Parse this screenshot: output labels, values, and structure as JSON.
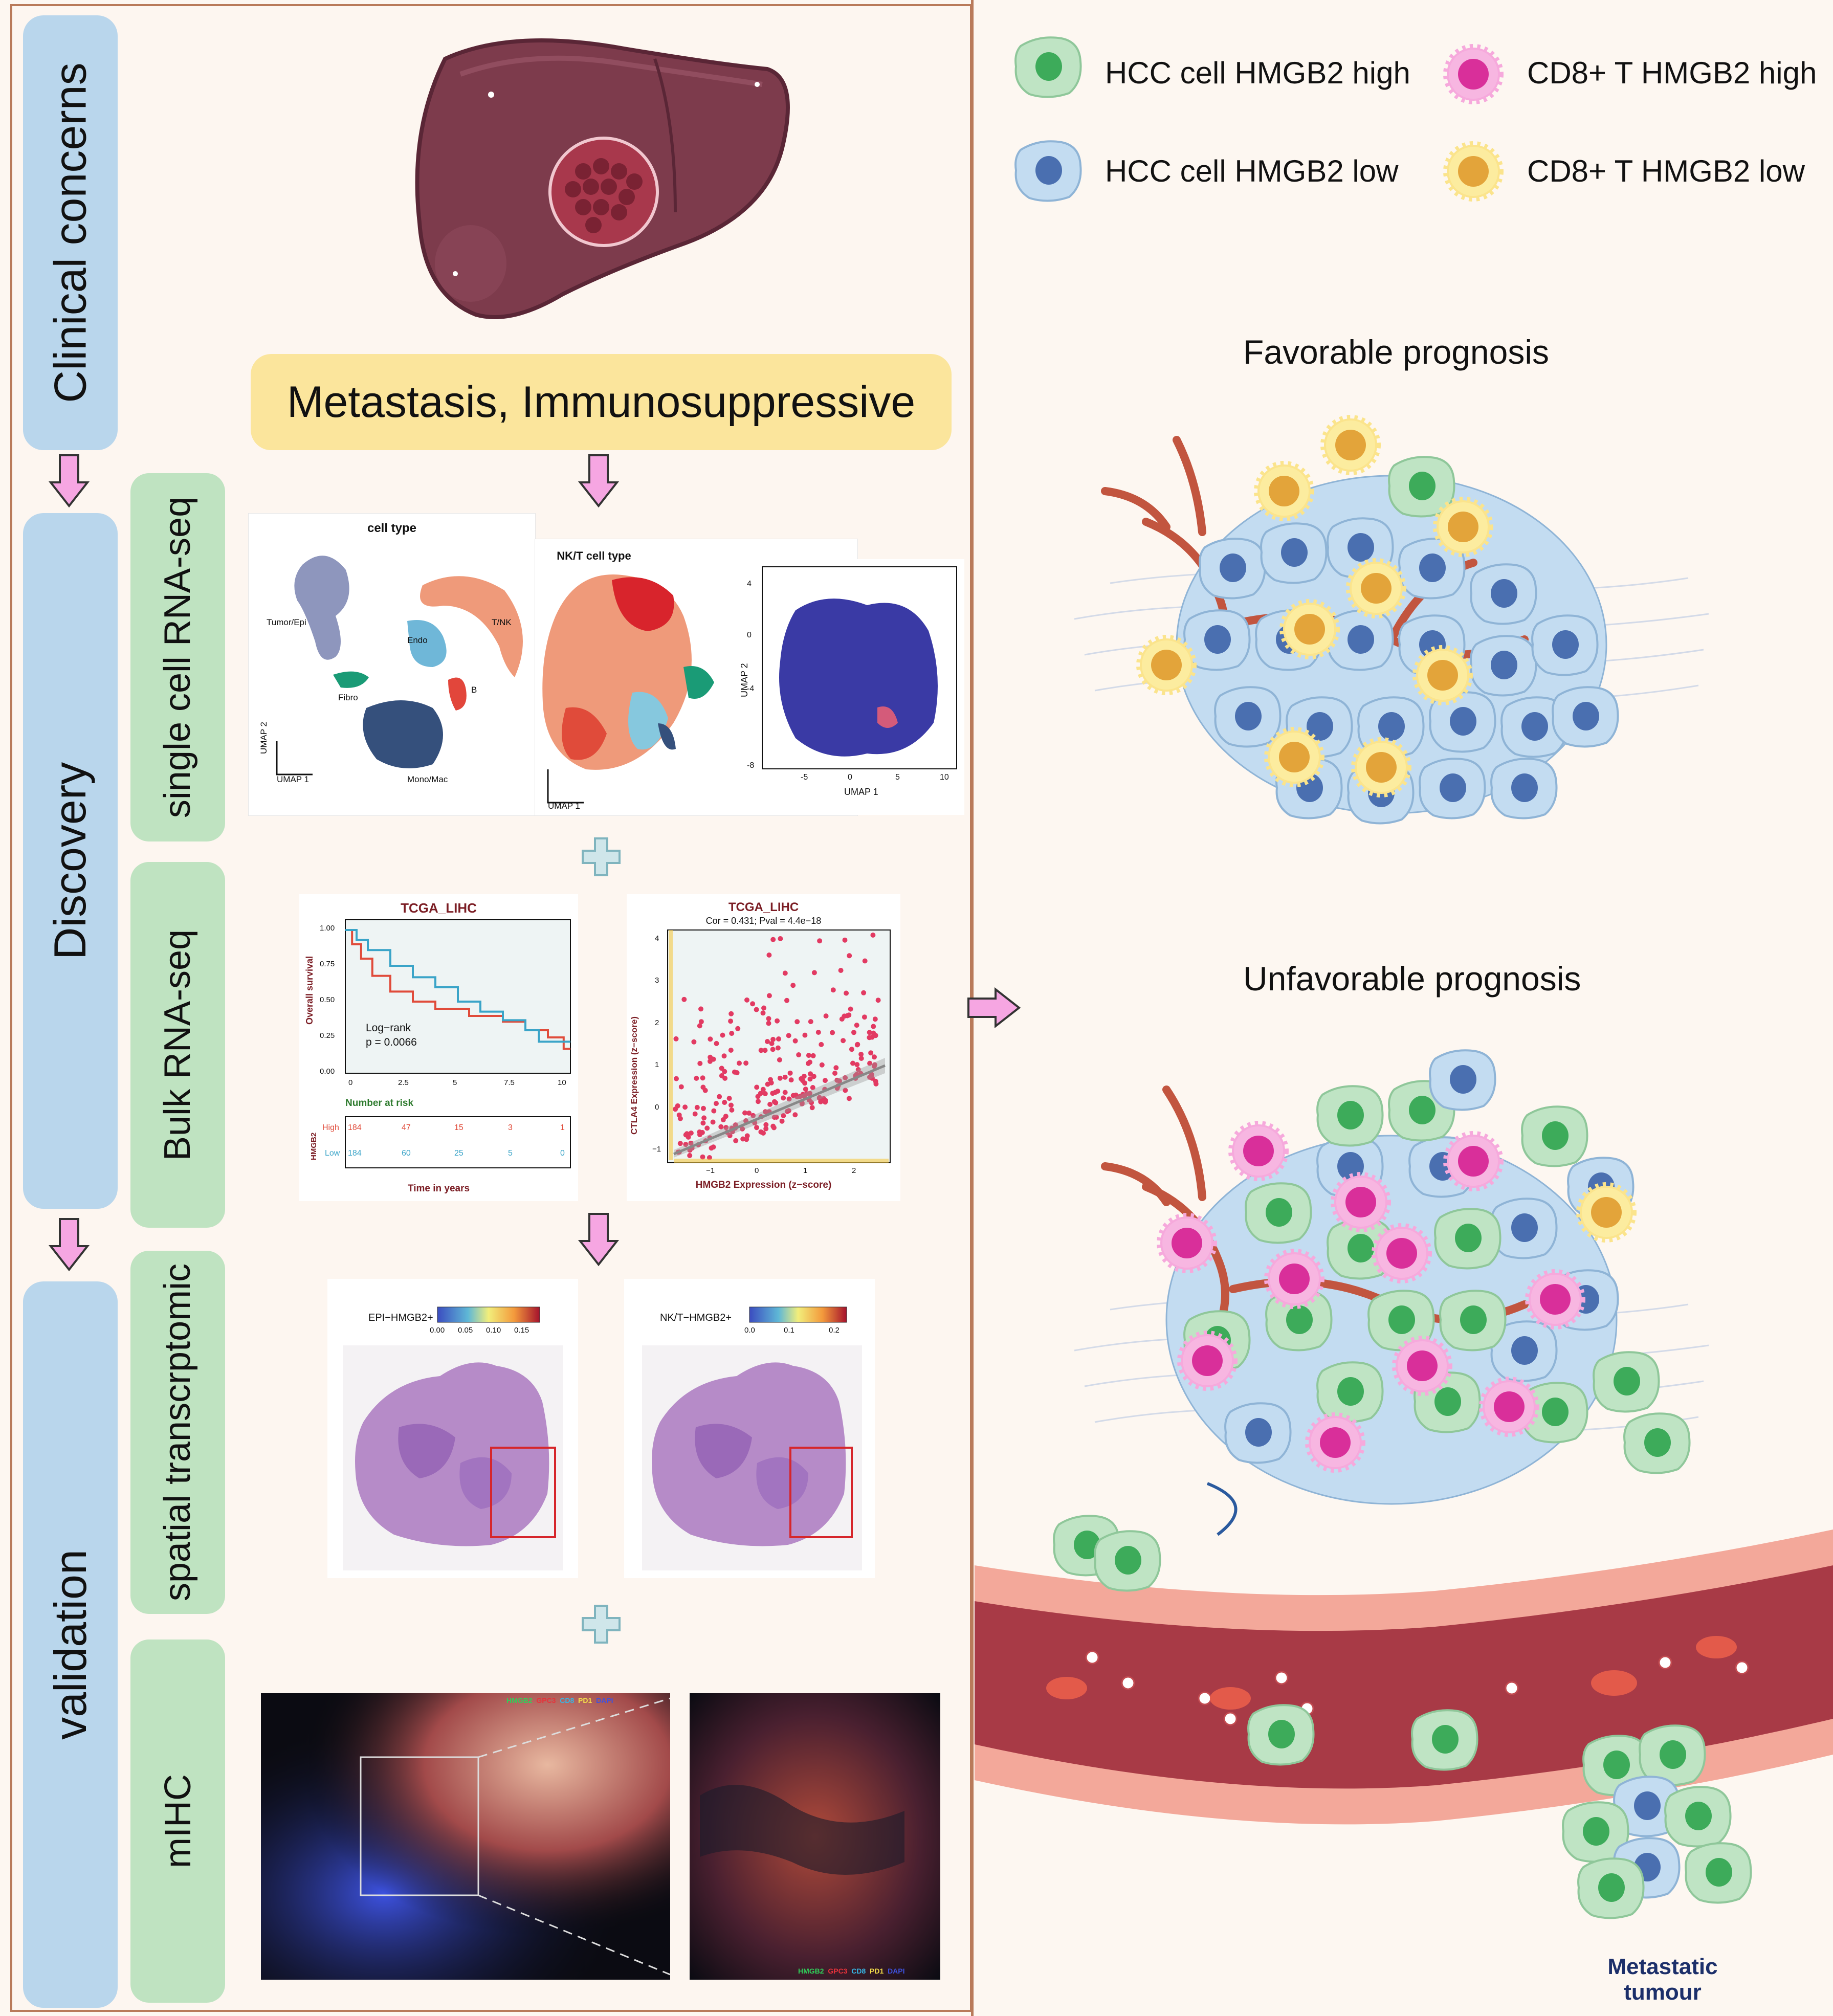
{
  "phases": {
    "clinical": "Clinical concerns",
    "discovery": "Discovery",
    "validation": "validation"
  },
  "methods": {
    "scrna": "single cell RNA-seq",
    "bulk": "Bulk RNA-seq",
    "spatial": "spatial transcrptomic",
    "mihc": "mIHC"
  },
  "banner": "Metastasis, Immunosuppressive",
  "umap": {
    "celltype_title": "cell type",
    "nkt_title": "NK/T cell type",
    "axis_x": "UMAP 1",
    "axis_y": "UMAP 2",
    "clusters": [
      "Tumor/Epi",
      "T/NK",
      "Endo",
      "Fibro",
      "B",
      "Mono/Mac"
    ],
    "x_ticks": [
      "-5",
      "0",
      "5",
      "10"
    ],
    "y_ticks": [
      "4",
      "0",
      "-4",
      "-8"
    ]
  },
  "km": {
    "title": "TCGA_LIHC",
    "ylabel": "Overall survival",
    "xlabel": "Time in years",
    "logrank": "Log−rank",
    "pvalue": "p = 0.0066",
    "y_ticks": [
      "1.00",
      "0.75",
      "0.50",
      "0.25",
      "0.00"
    ],
    "x_ticks": [
      "0",
      "2.5",
      "5",
      "7.5",
      "10"
    ],
    "risk_title": "Number at risk",
    "strata_label": "HMGB2",
    "high_label": "High",
    "low_label": "Low",
    "high_risk": [
      "184",
      "47",
      "15",
      "3",
      "1"
    ],
    "low_risk": [
      "184",
      "60",
      "25",
      "5",
      "0"
    ],
    "colors": {
      "high": "#e04b3a",
      "low": "#3aa4c8"
    }
  },
  "corr": {
    "title": "TCGA_LIHC",
    "subtitle": "Cor = 0.431; Pval = 4.4e−18",
    "ylabel": "CTLA4 Expression (z−score)",
    "xlabel": "HMGB2 Expression (z−score)",
    "x_ticks": [
      "−1",
      "0",
      "1",
      "2"
    ],
    "y_ticks": [
      "4",
      "3",
      "2",
      "1",
      "0",
      "−1"
    ]
  },
  "spatial": {
    "epi_title": "EPI−HMGB2+",
    "epi_ticks": [
      "0.00",
      "0.05",
      "0.10",
      "0.15"
    ],
    "nkt_title": "NK/T−HMGB2+",
    "nkt_ticks": [
      "0.0",
      "0.1",
      "0.2"
    ]
  },
  "mihc": {
    "markers": [
      "HMGB2",
      "GPC3",
      "CD8",
      "PD1",
      "DAPI"
    ],
    "marker_colors": [
      "#2fd15a",
      "#e8323a",
      "#35b8e8",
      "#f4e04a",
      "#3d52e0"
    ]
  },
  "legend": {
    "hcc_high": "HCC cell HMGB2 high",
    "hcc_low": "HCC cell HMGB2 low",
    "cd8_high": "CD8+ T HMGB2 high",
    "cd8_low": "CD8+ T HMGB2 low"
  },
  "prognosis": {
    "favorable": "Favorable prognosis",
    "unfavorable": "Unfavorable prognosis"
  },
  "metastatic": {
    "line1": "Metastatic",
    "line2": "tumour"
  },
  "icons": [
    "liver-illustration",
    "down-arrow-icon",
    "plus-icon",
    "right-arrow-icon",
    "blood-vessel-illustration"
  ]
}
